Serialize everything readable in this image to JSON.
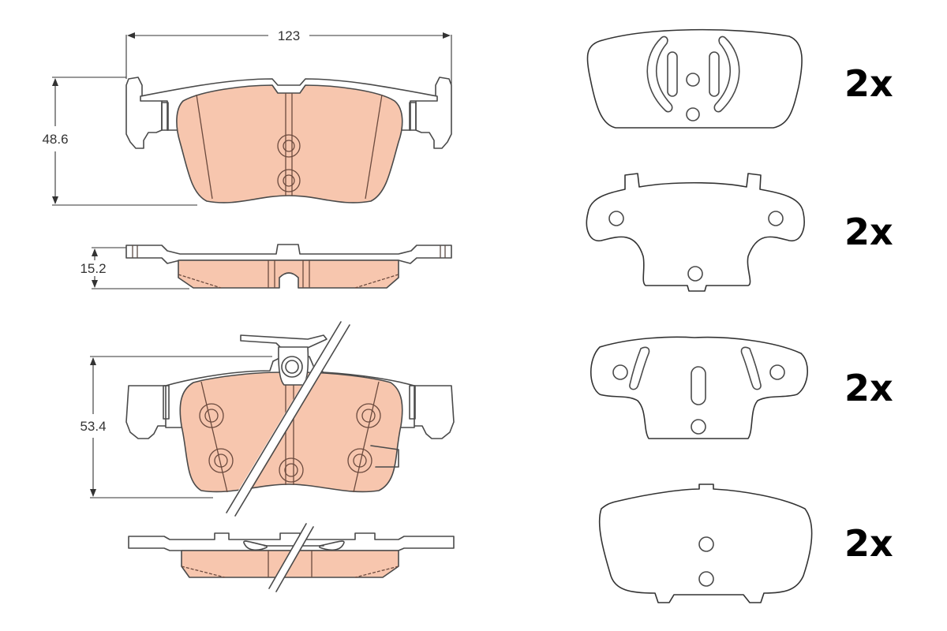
{
  "colors": {
    "friction_material": "#f7c6ae",
    "outline": "#4a4a4a",
    "background": "#ffffff",
    "text": "#000000"
  },
  "dimensions": {
    "width": "123",
    "front_height": "48.6",
    "front_thickness": "15.2",
    "rear_height": "53.4"
  },
  "views": [
    {
      "name": "pad-a-front-view",
      "has_wear_indicator": false
    },
    {
      "name": "pad-a-side-view"
    },
    {
      "name": "pad-b-front-view",
      "has_wear_indicator": true,
      "crossed_out": true
    },
    {
      "name": "pad-b-side-view",
      "crossed_out": true
    }
  ],
  "accessories": [
    {
      "name": "shim-type-1",
      "quantity": "2x"
    },
    {
      "name": "shim-type-2",
      "quantity": "2x"
    },
    {
      "name": "shim-type-3",
      "quantity": "2x"
    },
    {
      "name": "shim-type-4",
      "quantity": "2x"
    }
  ]
}
